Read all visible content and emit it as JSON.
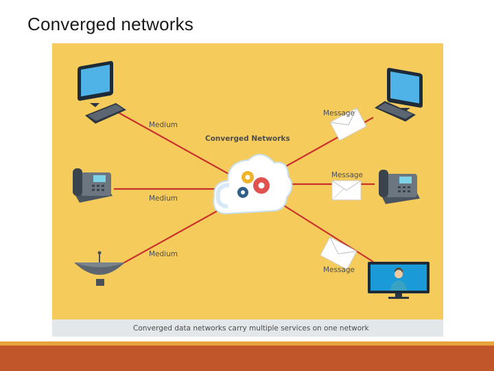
{
  "slide": {
    "title": "Converged networks"
  },
  "diagram": {
    "center_label": "Converged Networks",
    "left_labels": [
      "Medium",
      "Medium",
      "Medium"
    ],
    "right_labels": [
      "Message",
      "Message",
      "Message"
    ],
    "caption": "Converged data networks carry multiple services on one network",
    "left_devices": [
      "computer-icon",
      "telephone-icon",
      "satellite-dish-icon"
    ],
    "right_devices": [
      "computer-icon",
      "telephone-icon",
      "video-monitor-icon"
    ],
    "colors": {
      "background": "#f5cb5c",
      "line": "#c9302c",
      "caption_band": "#e4e7ea",
      "footer_orange": "#e8a33a",
      "footer_rust": "#c0562a"
    }
  }
}
